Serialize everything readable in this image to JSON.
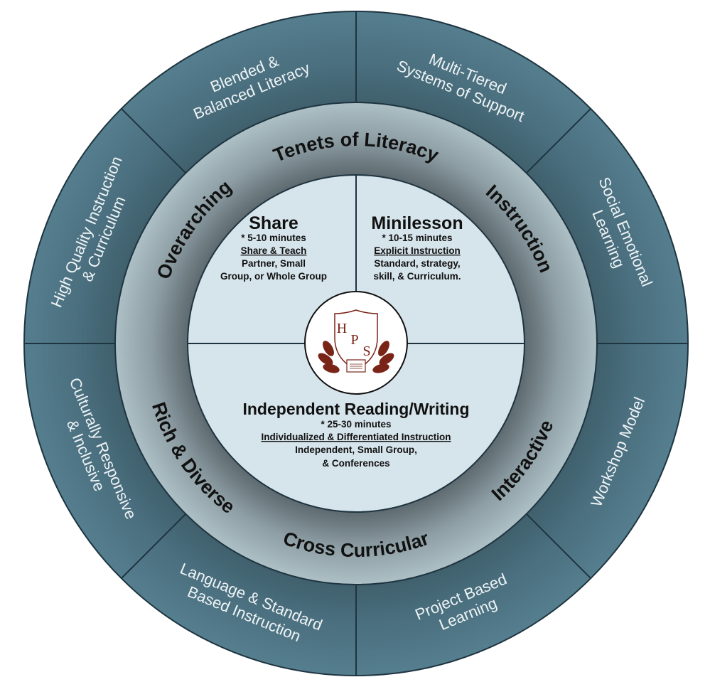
{
  "outer_ring": [
    {
      "lines": [
        "Multi-Tiered",
        "Systems of Support"
      ]
    },
    {
      "lines": [
        "Social Emotional",
        "Learning"
      ]
    },
    {
      "lines": [
        "Workshop Model"
      ]
    },
    {
      "lines": [
        "Project Based",
        "Learning"
      ]
    },
    {
      "lines": [
        "Language & Standard",
        "Based Instruction"
      ]
    },
    {
      "lines": [
        "Culturally Responsive",
        "& Inclusive"
      ]
    },
    {
      "lines": [
        "High Quality Instruction",
        "& Curriculum"
      ]
    },
    {
      "lines": [
        "Blended &",
        "Balanced Literacy"
      ]
    }
  ],
  "middle_ring": {
    "top": [
      "Tenets of Literacy",
      "Instruction",
      "Overarching"
    ],
    "bottom": [
      "Cross Curricular",
      "Rich & Diverse",
      "Interactive"
    ]
  },
  "inner": {
    "share": {
      "title": "Share",
      "time": "* 5-10 minutes",
      "focus": "Share & Teach",
      "lines": [
        "Partner, Small",
        "Group, or Whole Group"
      ]
    },
    "minilesson": {
      "title": "Minilesson",
      "time": "* 10-15 minutes",
      "focus": "Explicit Instruction",
      "lines": [
        "Standard, strategy,",
        "skill, & Curriculum."
      ]
    },
    "independent": {
      "title": "Independent Reading/Writing",
      "time": "* 25-30 minutes",
      "focus": "Individualized & Differentiated Instruction",
      "lines": [
        "Independent, Small Group,",
        "& Conferences"
      ]
    }
  },
  "logo": {
    "letters": [
      "H",
      "P",
      "S"
    ],
    "color": "#7a2418"
  },
  "colors": {
    "outer_ring": "#4f7786",
    "outer_ring_dark": "#3f5f6b",
    "middle_light": "#aabdc3",
    "middle_dark": "#5d6a70",
    "inner": "#d6e4eb",
    "lines": "#1e3440"
  }
}
